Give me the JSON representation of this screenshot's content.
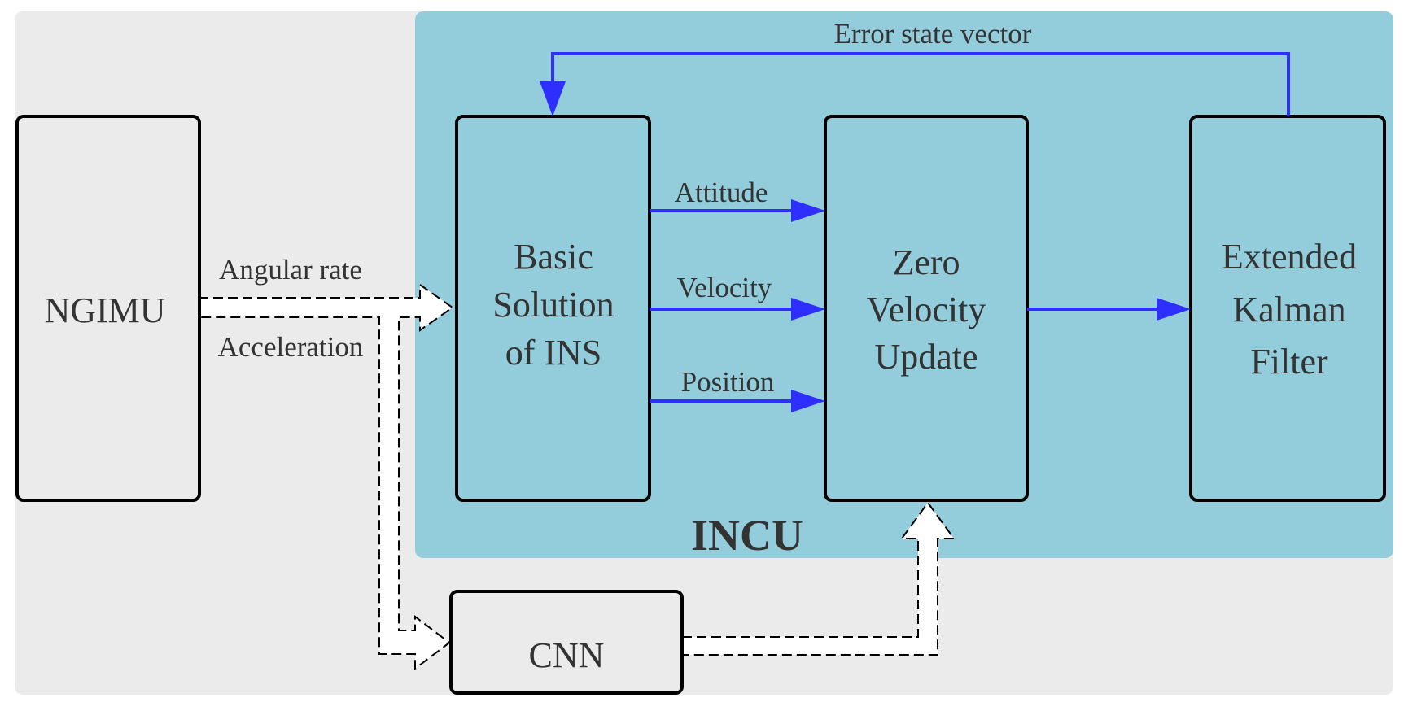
{
  "colors": {
    "background_panel": "#ebebeb",
    "incu_panel": "#93cddc",
    "flow_arrow": "#2e2eff",
    "text": "#333333"
  },
  "blocks": {
    "ngimu": {
      "lines": [
        "NGIMU"
      ]
    },
    "basic_solution": {
      "lines": [
        "Basic",
        "Solution",
        "of INS"
      ]
    },
    "zero_velocity": {
      "lines": [
        "Zero",
        "Velocity",
        "Update"
      ]
    },
    "ekf": {
      "lines": [
        "Extended",
        "Kalman",
        "Filter"
      ]
    },
    "cnn": {
      "lines": [
        "CNN"
      ]
    }
  },
  "region": {
    "label": "INCU"
  },
  "edges": {
    "angular_rate": "Angular rate",
    "acceleration": "Acceleration",
    "attitude": "Attitude",
    "velocity": "Velocity",
    "position": "Position",
    "error_state": "Error state vector"
  }
}
